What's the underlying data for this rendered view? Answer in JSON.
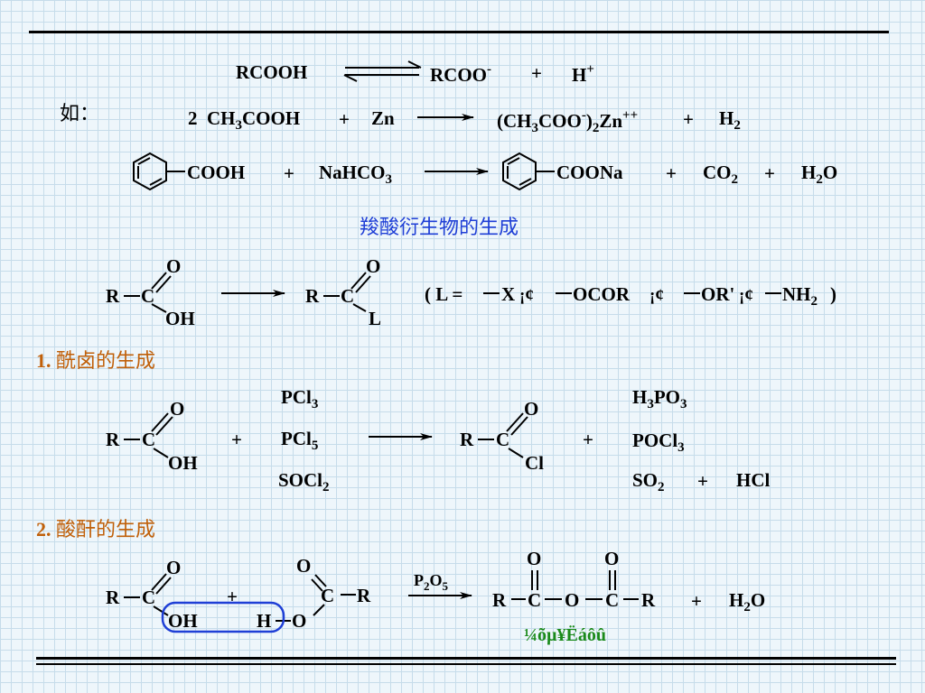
{
  "eq1": {
    "left": "RCOOH",
    "right1": "RCOO",
    "right1_charge": "-",
    "plus": "+",
    "right2": "H",
    "right2_charge": "+"
  },
  "eq2": {
    "label": "如：",
    "coef": "2",
    "r1_a": "CH",
    "r1_sub": "3",
    "r1_b": "COOH",
    "plus1": "+",
    "r2": "Zn",
    "p1_a": "(CH",
    "p1_sub3": "3",
    "p1_b": "COO",
    "p1_charge": "-",
    "p1_c": ")",
    "p1_sub2": "2",
    "p1_d": "Zn",
    "p1_charge2": "++",
    "plus2": "+",
    "p2": "H",
    "p2_sub": "2"
  },
  "eq3": {
    "r1": "COOH",
    "plus1": "+",
    "r2_a": "NaHCO",
    "r2_sub": "3",
    "p1": "COONa",
    "plus2": "+",
    "p2": "CO",
    "p2_sub": "2",
    "plus3": "+",
    "p3_a": "H",
    "p3_sub": "2",
    "p3_b": "O"
  },
  "section_title": "羧酸衍生物的生成",
  "general": {
    "O": "O",
    "R": "R",
    "C": "C",
    "OH": "OH",
    "L": "L",
    "leg_open": "( L =",
    "X": "X",
    "sep": "¡¢",
    "OCOR": "OCOR",
    "ORp": "OR'",
    "NH": "NH",
    "NH_sub": "2",
    "leg_close": ")"
  },
  "section1": {
    "number": "1.",
    "title": "酰卤的生成",
    "plus": "+",
    "pcl3_a": "PCl",
    "pcl3_sub": "3",
    "pcl5_a": "PCl",
    "pcl5_sub": "5",
    "socl2_a": "SOCl",
    "socl2_sub": "2",
    "Cl": "Cl",
    "h3po3_a": "H",
    "h3po3_sub1": "3",
    "h3po3_b": "PO",
    "h3po3_sub2": "3",
    "pocl3_a": "POCl",
    "pocl3_sub": "3",
    "so2_a": "SO",
    "so2_sub": "2",
    "plus2": "+",
    "hcl": "HCl"
  },
  "section2": {
    "number": "2.",
    "title": "酸酐的生成",
    "H": "H",
    "plus": "+",
    "cat_a": "P",
    "cat_sub1": "2",
    "cat_b": "O",
    "cat_sub2": "5",
    "plus2": "+",
    "h2o_a": "H",
    "h2o_sub": "2",
    "h2o_b": "O",
    "garbled_label": "¼õµ¥Ëáôû"
  },
  "colors": {
    "accent_blue": "#1f3fd6",
    "heading_orange": "#c0600a",
    "label_green": "#1a8a1a",
    "highlight_border": "#1f3fd6"
  }
}
